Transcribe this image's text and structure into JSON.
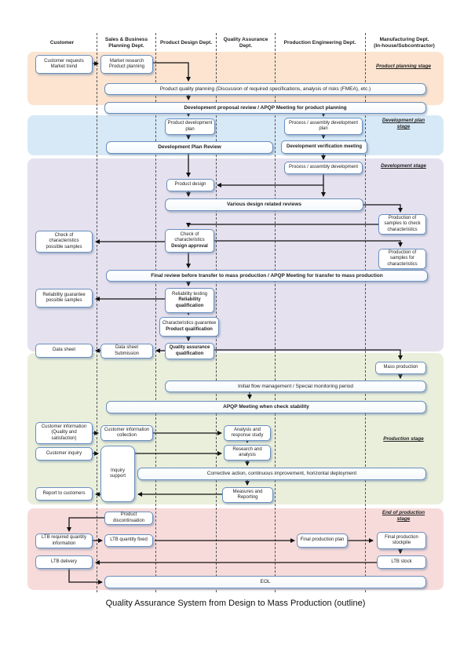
{
  "caption": "Quality Assurance System from Design to Mass Production (outline)",
  "columns": [
    {
      "label": "Customer"
    },
    {
      "label": "Sales & Business\nPlanning Dept."
    },
    {
      "label": "Product Design Dept."
    },
    {
      "label": "Quality Assurance Dept."
    },
    {
      "label": "Production Engineering Dept."
    },
    {
      "label": "Manufacturing Dept.\n(In-house/Subcontractor)"
    }
  ],
  "stages": [
    {
      "label": "Product planning stage"
    },
    {
      "label": "Development plan\nstage"
    },
    {
      "label": "Development stage"
    },
    {
      "label": "Production stage"
    },
    {
      "label": "End of production\nstage"
    }
  ],
  "nodes": {
    "customer_requests": "Customer requests\nMarket trend",
    "market_research": "Market research\nProduct planning",
    "product_quality_planning": "Product quality planning (Discussion of required specifications, analysis of risks (FMEA), etc.)",
    "dev_proposal_review": "Development proposal review / APQP Meeting for product planning",
    "product_dev_plan": "Product development\nplan",
    "process_dev_plan": "Process / assembly development\nplan",
    "dev_plan_review": "Development Plan Review",
    "dev_verification": "Development verification meeting",
    "process_development": "Process / assembly development",
    "product_design": "Product design",
    "various_reviews": "Various design related reviews",
    "samples_check": "Production of\nsamples to check\ncharacteristics",
    "check_samples": "Check of\ncharacteristics\npossible samples",
    "check_characteristics": {
      "line1": "Check of\ncharacteristics",
      "line2": "Design approval"
    },
    "samples_char": "Production of\nsamples for\ncharacteristics",
    "final_review": "Final review before transfer to mass production / APQP Meeting for transfer to mass production",
    "reliability_samples": "Reliability guarantee\npossible samples",
    "reliability_testing": {
      "line1": "Reliability testing",
      "line2": "Reliability\nqualification"
    },
    "char_guarantee": {
      "line1": "Characteristics guarantee",
      "line2": "Product qualification"
    },
    "qa_qualification": "Quality assurance\nqualification",
    "data_sheet_submission": "Data sheet\nSubmission",
    "data_sheet": "Data sheet",
    "mass_production": "Mass production",
    "initial_flow": "Initial flow management / Special monitoring period",
    "apqp_stability": "APQP Meeting when check stability",
    "customer_info": "Customer information\n(Quality and\nsatisfaction)",
    "customer_info_collection": "Customer information\ncollection",
    "analysis_response": "Analysis and\nresponse study",
    "customer_inquiry": "Customer inquiry",
    "inquiry_support": "Inquiry\nsupport",
    "research_analysis": "Research and\nanalysis",
    "corrective_action": "Corrective action, continuous improvement, horizontal deployment",
    "measures_reporting": "Measures and\nReporting",
    "report_customers": "Report to customers",
    "product_discontinuation": "Product\ndiscontinuation",
    "ltb_required": "LTB required quantity\ninformation",
    "ltb_quantity_fixed": "LTB quantity fixed",
    "final_production_plan": "Final production plan",
    "final_stockpile": "Final production\nstockpile",
    "ltb_stock": "LTB stock",
    "ltb_delivery": "LTB delivery",
    "eol": "EOL"
  },
  "colors": {
    "stage_planning": "#fce4d0",
    "stage_dev_plan": "#d7e9f6",
    "stage_development": "#e5e1ee",
    "stage_production": "#eaefdc",
    "stage_end": "#f7dbda",
    "box_border": "#6a8fbe",
    "arrow": "#111111"
  }
}
